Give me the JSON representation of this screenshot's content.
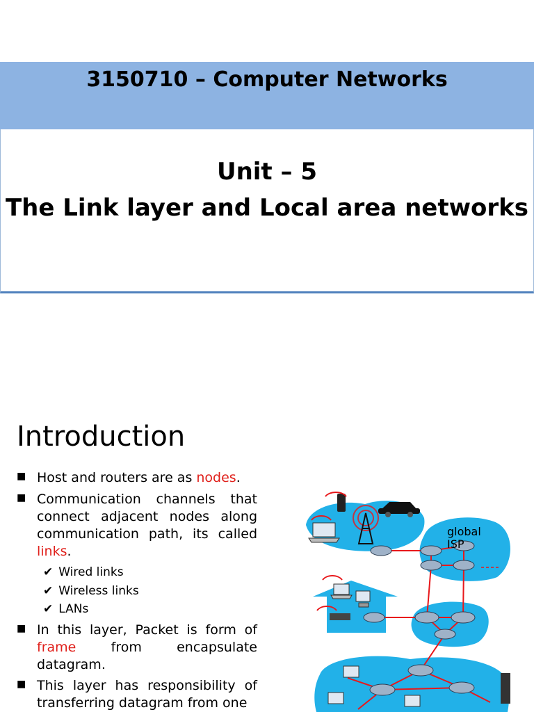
{
  "header": {
    "course": "3150710 – Computer Networks",
    "unit": "Unit – 5",
    "subtitle": "The Link layer and Local area networks"
  },
  "section": {
    "heading": "Introduction",
    "bullets": [
      {
        "pre": "Host and routers are as ",
        "highlight": "nodes",
        "post": "."
      },
      {
        "pre": "Communication channels that connect adjacent nodes along communication path, its called ",
        "highlight": "links",
        "post": "."
      },
      {
        "pre": "In this layer, Packet is form of ",
        "highlight": "frame",
        "post": " from encapsulate datagram."
      },
      {
        "pre": "This layer has responsibility of transferring datagram from one",
        "highlight": "",
        "post": ""
      }
    ],
    "sub_bullets": [
      "Wired links",
      "Wireless links",
      "LANs"
    ]
  },
  "diagram": {
    "label_global": "global",
    "label_isp": "ISP"
  },
  "colors": {
    "header_band": "#8db3e2",
    "highlight": "#e0201b",
    "network_cloud": "#22b1e8",
    "link": "#e8181b"
  }
}
